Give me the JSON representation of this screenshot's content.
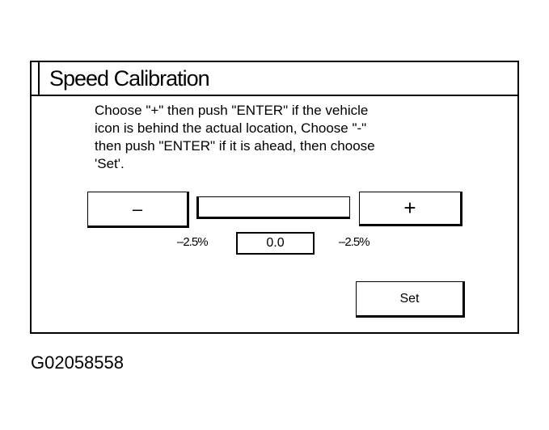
{
  "dialog": {
    "title": "Speed Calibration",
    "instruction_lines": [
      "Choose \"+\" then push \"ENTER\" if the vehicle",
      "icon is behind the actual location, Choose \"-\"",
      "then push \"ENTER\" if it is ahead, then choose",
      "'Set'."
    ],
    "minus_label": "–",
    "plus_label": "+",
    "range_min_label": "–2.5%",
    "range_max_label": "–2.5%",
    "current_value": "0.0",
    "set_label": "Set"
  },
  "figure_id": "G02058558"
}
